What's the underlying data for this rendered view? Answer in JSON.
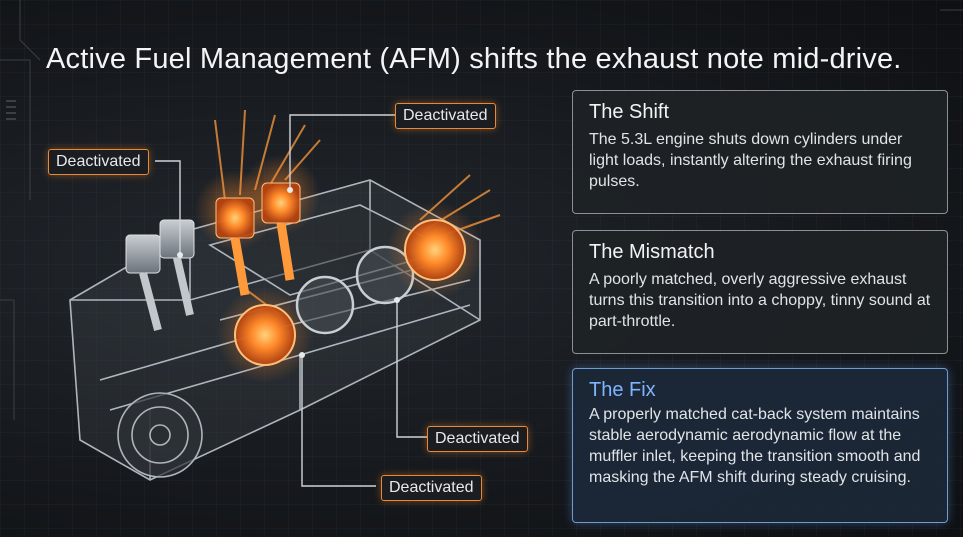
{
  "title": "Active Fuel Management (AFM) shifts the exhaust note mid-drive.",
  "callouts": [
    {
      "label": "Deactivated"
    },
    {
      "label": "Deactivated"
    },
    {
      "label": "Deactivated"
    },
    {
      "label": "Deactivated"
    }
  ],
  "cards": [
    {
      "heading": "The Shift",
      "body": "The 5.3L engine shuts down cylinders under light loads, instantly altering the exhaust firing pulses."
    },
    {
      "heading": "The Mismatch",
      "body": "A poorly matched, overly aggressive exhaust turns this transition into a choppy, tinny sound at part-throttle."
    },
    {
      "heading": "The Fix",
      "body": "A properly matched cat-back system maintains stable aerodynamic aerodynamic flow at the muffler inlet, keeping the transition smooth and masking the AFM shift during steady cruising."
    }
  ],
  "colors": {
    "accent_orange": "#ff8a2a",
    "fix_blue": "#7fb4ff",
    "card_border": "#8a9096"
  }
}
